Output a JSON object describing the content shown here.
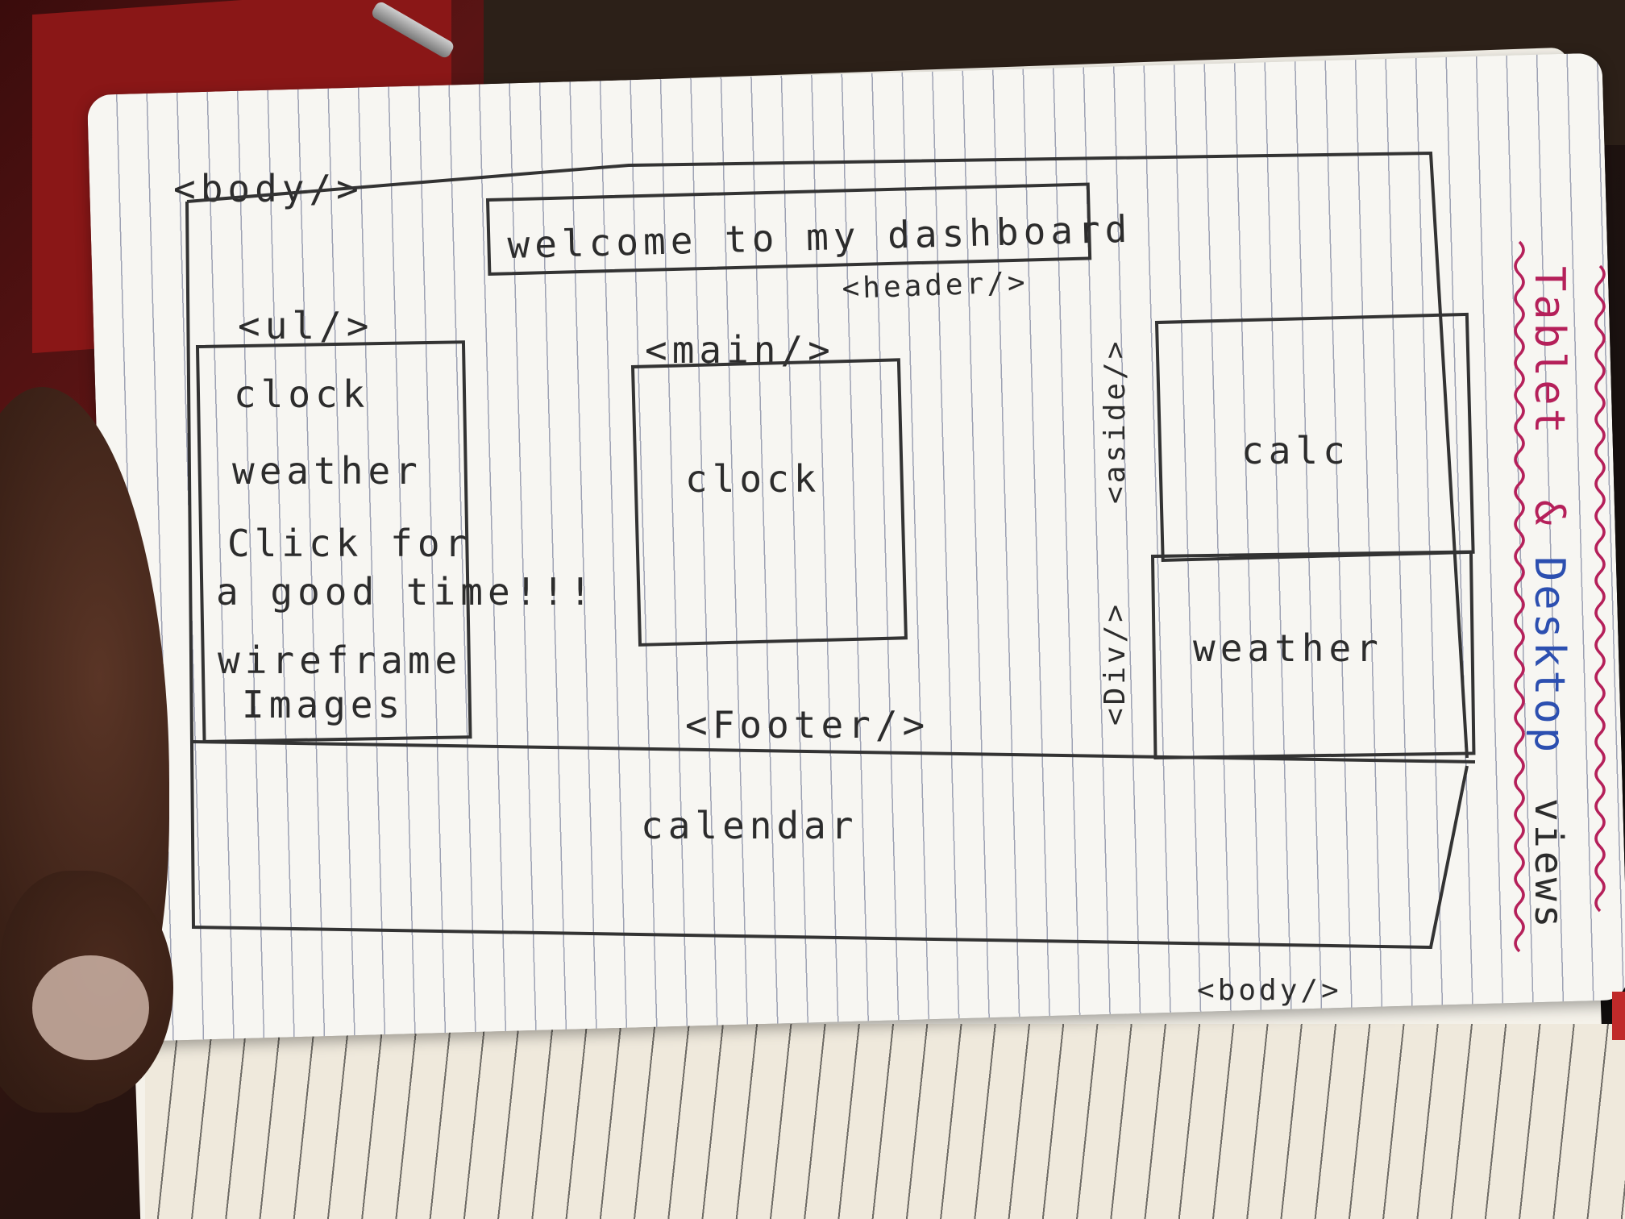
{
  "sketch": {
    "body_top_tag": "<body/>",
    "body_bottom_tag": "<body/>",
    "header": {
      "title": "welcome to my dashboard",
      "tag": "<header/>"
    },
    "nav": {
      "tag": "<ul/>",
      "items": [
        "clock",
        "weather",
        "Click for",
        "a good time!!!",
        "wireframe",
        "Images"
      ]
    },
    "main": {
      "tag": "<main/>",
      "label": "clock"
    },
    "aside": {
      "tag": "<aside/>",
      "label": "calc"
    },
    "div": {
      "tag": "<Div/>",
      "label": "weather"
    },
    "footer": {
      "tag": "<Footer/>",
      "label": "calendar"
    },
    "side_note": {
      "part1": "Tablet",
      "amp": "&",
      "part2": "Desktop",
      "part3": "views"
    }
  },
  "colors": {
    "ink": "#2c2c2c",
    "pink": "#b5205a",
    "blue": "#2c4fb0",
    "paper": "#f7f6f2"
  }
}
